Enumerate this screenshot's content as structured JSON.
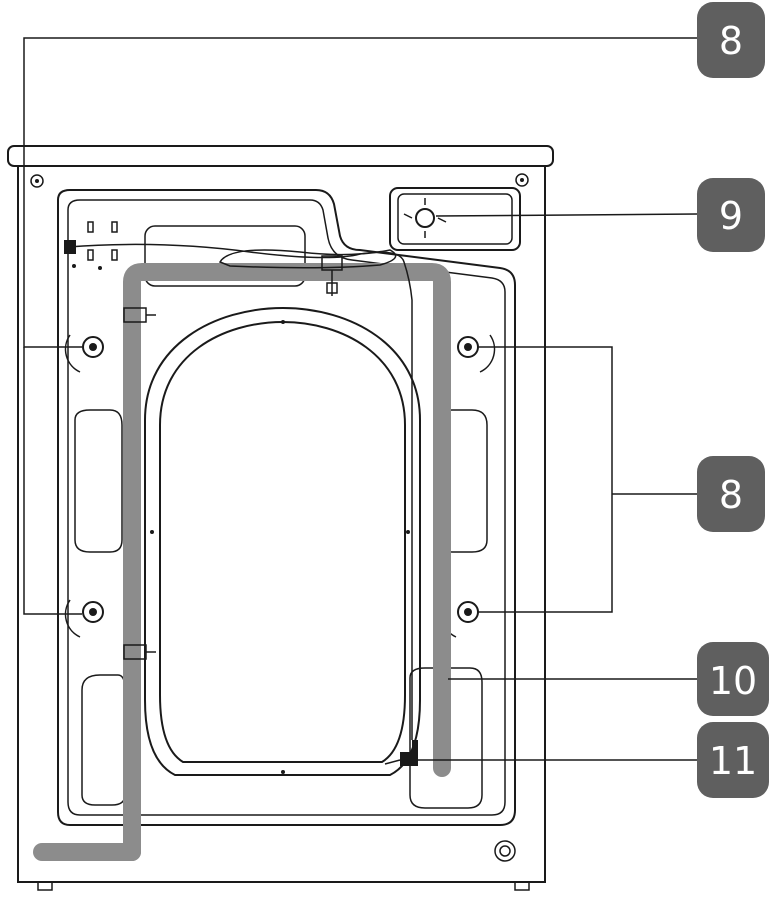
{
  "callouts": [
    {
      "id": "callout-8-top",
      "label": "8"
    },
    {
      "id": "callout-9",
      "label": "9"
    },
    {
      "id": "callout-8-right",
      "label": "8"
    },
    {
      "id": "callout-10",
      "label": "10"
    },
    {
      "id": "callout-11",
      "label": "11"
    }
  ],
  "colors": {
    "callout_fill": "#5f5f5f",
    "hose": "#8c8c8c",
    "outline": "#1a1a1a",
    "background": "#ffffff"
  }
}
